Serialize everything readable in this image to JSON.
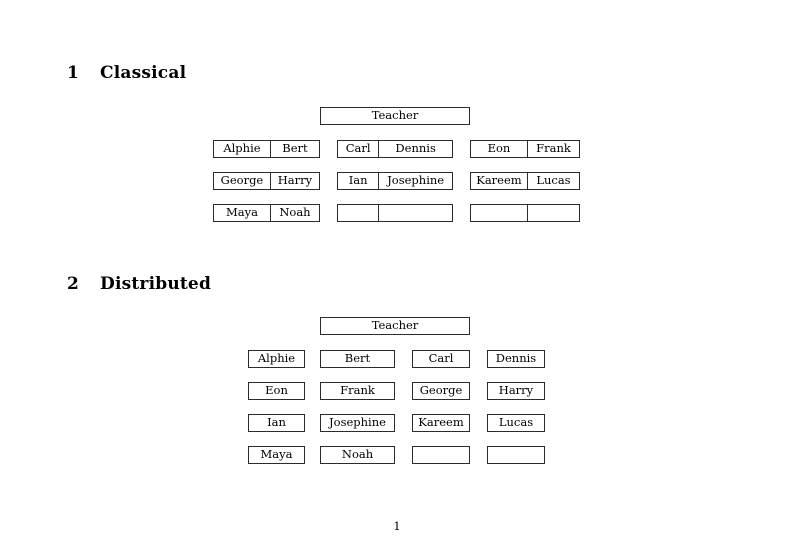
{
  "document": {
    "page_number": "1",
    "sections": [
      {
        "number": "1",
        "title": "Classical",
        "teacher_label": "Teacher",
        "layout": "paired-cells",
        "groups": [
          {
            "id": "group-1",
            "rows": [
              [
                "Alphie",
                "Bert"
              ],
              [
                "George",
                "Harry"
              ],
              [
                "Maya",
                "Noah"
              ]
            ]
          },
          {
            "id": "group-2",
            "rows": [
              [
                "Carl",
                "Dennis"
              ],
              [
                "Ian",
                "Josephine"
              ],
              [
                "",
                ""
              ]
            ]
          },
          {
            "id": "group-3",
            "rows": [
              [
                "Eon",
                "Frank"
              ],
              [
                "Kareem",
                "Lucas"
              ],
              [
                "",
                ""
              ]
            ]
          }
        ]
      },
      {
        "number": "2",
        "title": "Distributed",
        "teacher_label": "Teacher",
        "layout": "single-cells",
        "rows": [
          [
            "Alphie",
            "Bert",
            "Carl",
            "Dennis"
          ],
          [
            "Eon",
            "Frank",
            "George",
            "Harry"
          ],
          [
            "Ian",
            "Josephine",
            "Kareem",
            "Lucas"
          ],
          [
            "Maya",
            "Noah",
            "",
            ""
          ]
        ]
      }
    ]
  },
  "colors": {
    "page_background": "#ffffff",
    "text": "#000000",
    "box_border": "#2b2b2b"
  }
}
